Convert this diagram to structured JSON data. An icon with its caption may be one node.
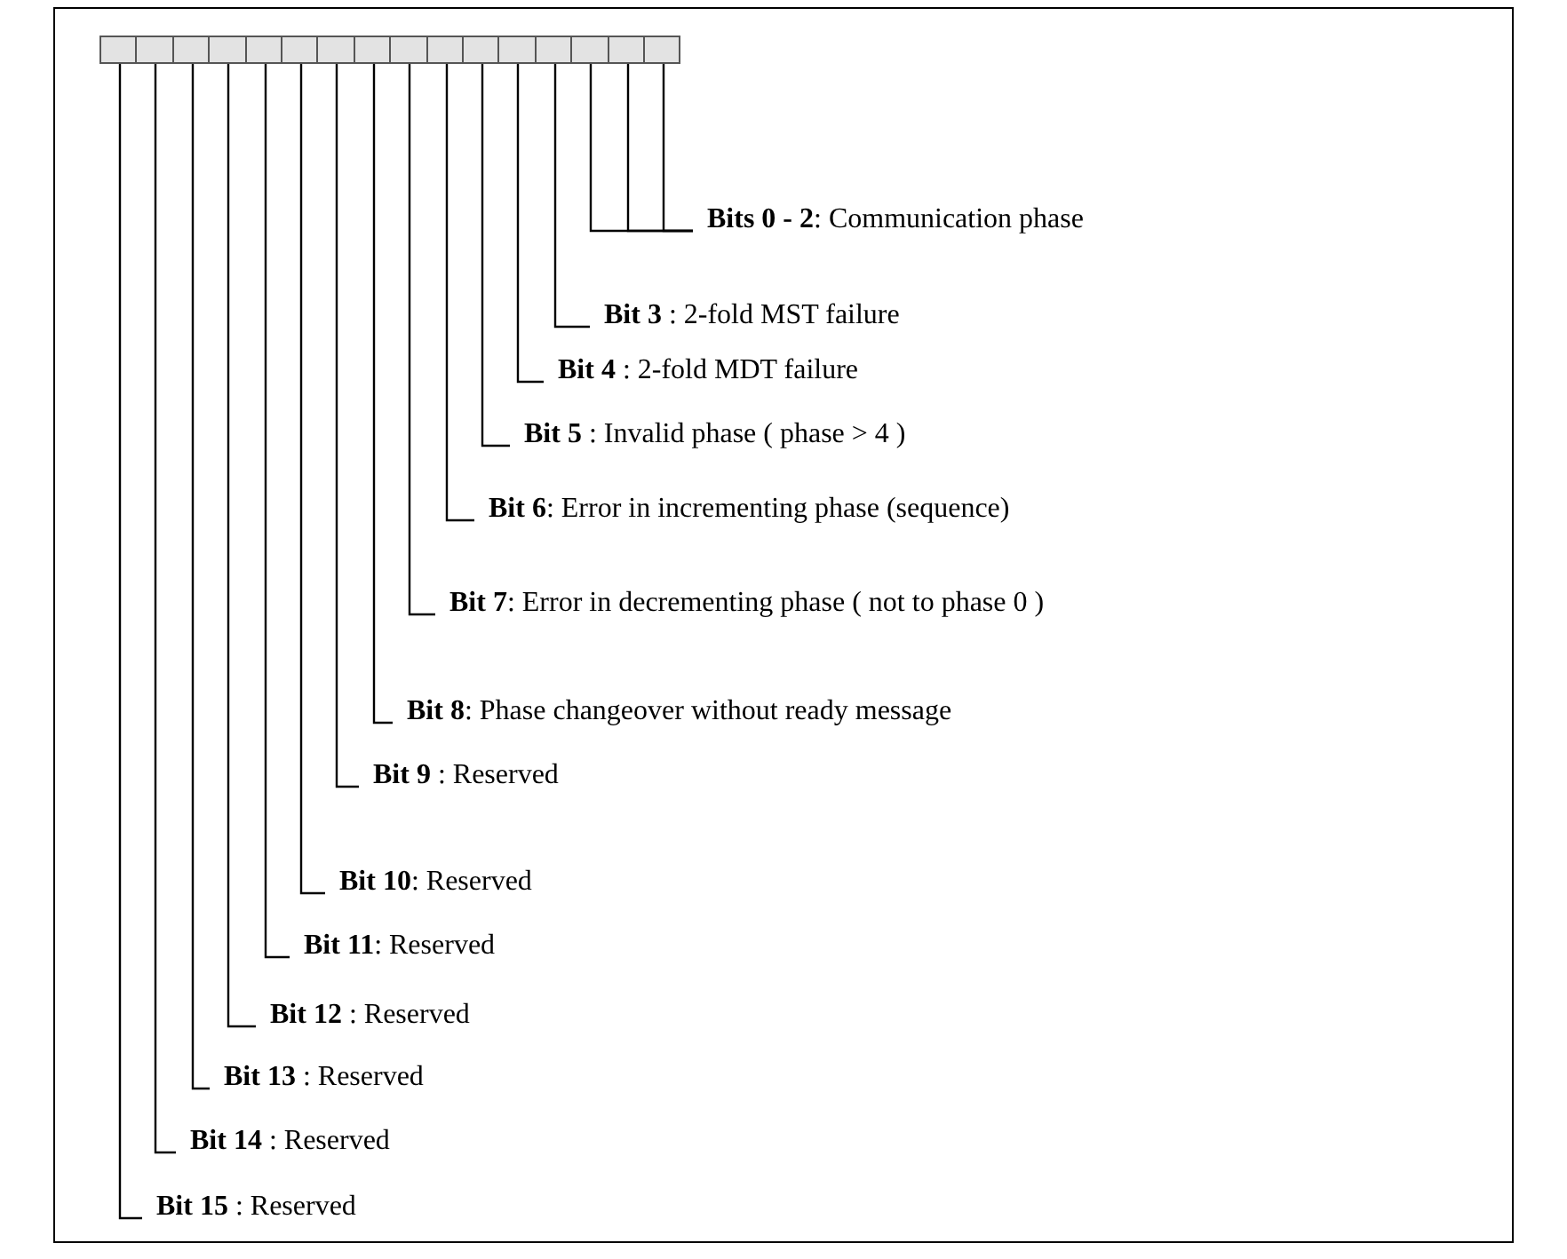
{
  "diagram": {
    "nodes": [
      {
        "text": [],
        "shape": "box"
      },
      {
        "text": [],
        "shape": "box"
      },
      {
        "text": [],
        "shape": "box"
      },
      {
        "text": [],
        "shape": "box"
      },
      {
        "text": [],
        "shape": "box"
      },
      {
        "text": [],
        "shape": "box"
      },
      {
        "text": [],
        "shape": "box"
      },
      {
        "text": [],
        "shape": "box"
      },
      {
        "text": [],
        "shape": "box"
      },
      {
        "text": [],
        "shape": "box"
      },
      {
        "text": [],
        "shape": "box"
      },
      {
        "text": [],
        "shape": "box"
      },
      {
        "text": [],
        "shape": "box"
      },
      {
        "text": [],
        "shape": "box"
      },
      {
        "text": [],
        "shape": "box"
      },
      {
        "text": [],
        "shape": "box"
      },
      {
        "text": [
          "**Bits 0 - 2**: Communication phase"
        ]
      },
      {
        "text": [
          "**Bit 3** : 2-fold MST failure"
        ]
      },
      {
        "text": [
          "**Bit 4** : 2-fold MDT failure"
        ]
      },
      {
        "text": [
          "**Bit 5** : Invalid phase ( phase > 4 )"
        ]
      },
      {
        "text": [
          "**Bit 6**: Error in incrementing phase (sequence)"
        ]
      },
      {
        "text": [
          "**Bit 7**: Error in decrementing phase ( not to phase 0 )"
        ]
      },
      {
        "text": [
          "**Bit 8**: Phase changeover without ready message"
        ]
      },
      {
        "text": [
          "**Bit 9** : Reserved"
        ]
      },
      {
        "text": [
          "**Bit 10**: Reserved"
        ]
      },
      {
        "text": [
          "**Bit 11**: Reserved"
        ]
      },
      {
        "text": [
          "**Bit 12** : Reserved"
        ]
      },
      {
        "text": [
          "**Bit 13** : Reserved"
        ]
      },
      {
        "text": [
          "**Bit 14** : Reserved"
        ]
      },
      {
        "text": [
          "**Bit 15** : Reserved"
        ]
      }
    ],
    "edges": [
      {
        "from": 16,
        "to": 13,
        "arrow": "none"
      },
      {
        "from": 16,
        "to": 14,
        "arrow": "none"
      },
      {
        "from": 16,
        "to": 15,
        "arrow": "none"
      },
      {
        "from": 17,
        "to": 12,
        "arrow": "none"
      },
      {
        "from": 18,
        "to": 11,
        "arrow": "none"
      },
      {
        "from": 19,
        "to": 10,
        "arrow": "none"
      },
      {
        "from": 20,
        "to": 9,
        "arrow": "none"
      },
      {
        "from": 21,
        "to": 8,
        "arrow": "none"
      },
      {
        "from": 22,
        "to": 7,
        "arrow": "none"
      },
      {
        "from": 23,
        "to": 6,
        "arrow": "none"
      },
      {
        "from": 24,
        "to": 5,
        "arrow": "none"
      },
      {
        "from": 25,
        "to": 4,
        "arrow": "none"
      },
      {
        "from": 26,
        "to": 3,
        "arrow": "none"
      },
      {
        "from": 27,
        "to": 2,
        "arrow": "none"
      },
      {
        "from": 28,
        "to": 1,
        "arrow": "none"
      },
      {
        "from": 29,
        "to": 0,
        "arrow": "none"
      }
    ]
  }
}
